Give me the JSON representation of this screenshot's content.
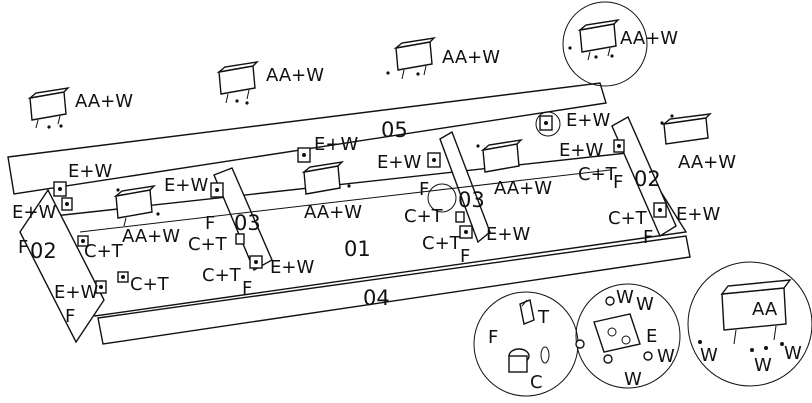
{
  "panel_labels": {
    "top_panel": "05",
    "bottom_panel": "01",
    "front_panel": "04",
    "left_side": "02",
    "right_side": "02",
    "divider_left": "03",
    "divider_right": "03"
  },
  "part_labels": {
    "drawer_box": "AA+W",
    "hinge_bracket": "E+W",
    "cam_lock": "C+T",
    "dowel": "F"
  },
  "detail_labels": {
    "dowel": "F",
    "screw": "T",
    "cam": "C",
    "hinge": "E",
    "wood_screw": "W",
    "box": "AA"
  }
}
